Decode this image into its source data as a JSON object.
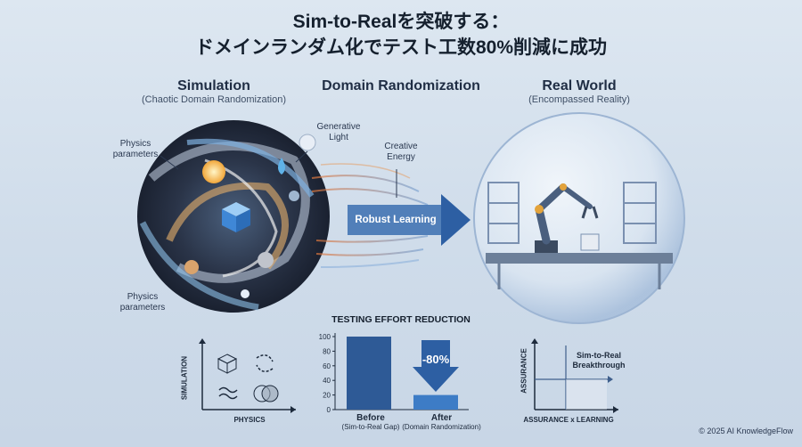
{
  "header": {
    "line1": "Sim-to-Realを突破する：",
    "line2": "ドメインランダム化でテスト工数80%削減に成功"
  },
  "columns": {
    "simulation": {
      "title": "Simulation",
      "subtitle": "(Chaotic Domain Randomization)"
    },
    "domain": {
      "title": "Domain Randomization"
    },
    "real": {
      "title": "Real World",
      "subtitle": "(Encompassed Reality)"
    }
  },
  "labels": {
    "physics_top": [
      "Physics",
      "parameters"
    ],
    "physics_bottom": [
      "Physics",
      "parameters"
    ],
    "generative": [
      "Generative",
      "Light"
    ],
    "creative": [
      "Creative",
      "Energy"
    ],
    "robust": "Robust Learning"
  },
  "left_plot": {
    "ylabel": "SIMULATION",
    "xlabel": "PHYSICS"
  },
  "chart_data": {
    "type": "bar",
    "title": "TESTING EFFORT REDUCTION",
    "categories": [
      "Before",
      "After"
    ],
    "category_sub": [
      "(Sim-to-Real Gap)",
      "(Domain Randomization)"
    ],
    "values": [
      100,
      20
    ],
    "yticks": [
      "100",
      "80",
      "60",
      "40",
      "20",
      "0"
    ],
    "ylim": [
      0,
      100
    ],
    "annotation": "-80%"
  },
  "right_plot": {
    "ylabel": "ASSURANCE",
    "xlabel": "ASSURANCE x LEARNING",
    "annotation": [
      "Sim-to-Real",
      "Breakthrough"
    ]
  },
  "footer": {
    "copyright": "© 2025 AI KnowledgeFlow"
  },
  "colors": {
    "bar": "#2e5a96",
    "bar_light": "#3d7cc6",
    "arrow": "#2d5fa3"
  }
}
